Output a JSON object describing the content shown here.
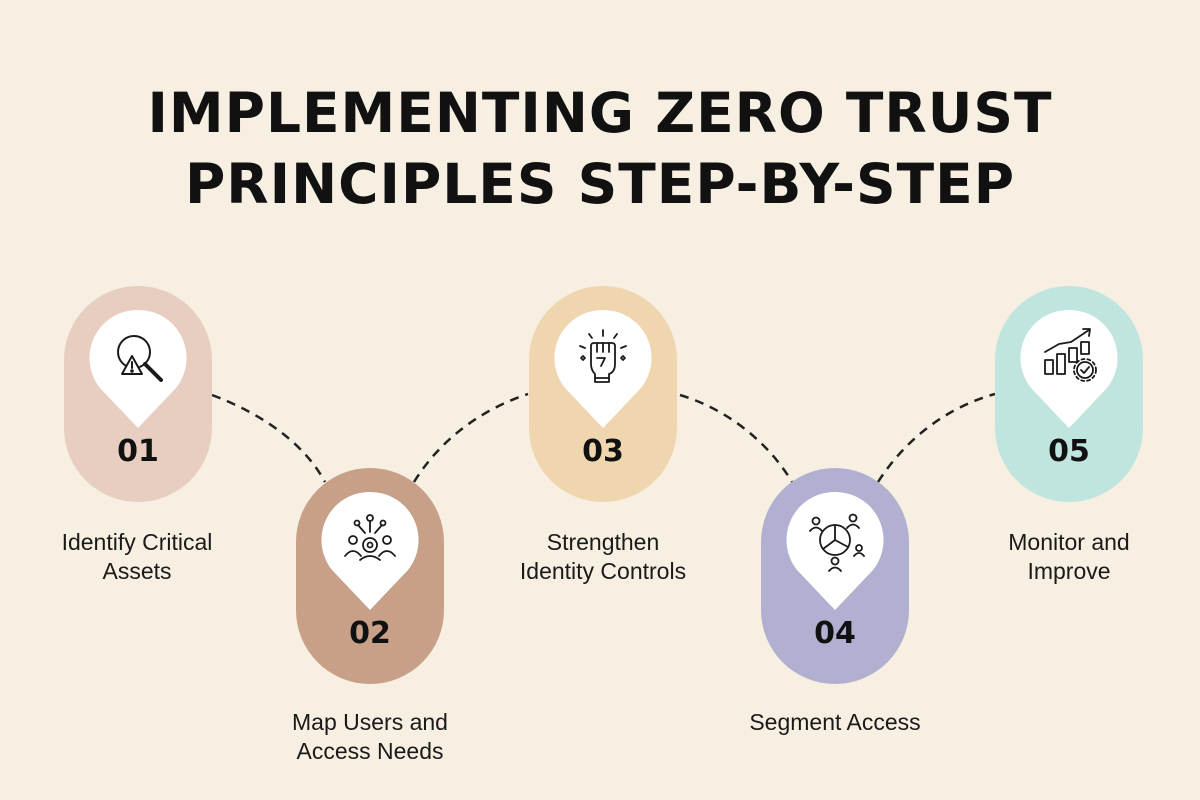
{
  "title": {
    "line1": "IMPLEMENTING ZERO TRUST",
    "line2": "PRINCIPLES STEP-BY-STEP"
  },
  "colors": {
    "background": "#f7efe1",
    "step1": "#e8cdc1",
    "step2": "#c89f87",
    "step3": "#efd6ae",
    "step4": "#b1b0d1",
    "step5": "#c0e5de"
  },
  "steps": [
    {
      "number": "01",
      "label_line1": "Identify Critical",
      "label_line2": "Assets",
      "icon": "magnifier-warning-icon"
    },
    {
      "number": "02",
      "label_line1": "Map Users and",
      "label_line2": "Access Needs",
      "icon": "users-network-gear-icon"
    },
    {
      "number": "03",
      "label_line1": "Strengthen",
      "label_line2": "Identity Controls",
      "icon": "raised-fist-icon"
    },
    {
      "number": "04",
      "label_line1": "Segment Access",
      "label_line2": "",
      "icon": "users-segment-pie-icon"
    },
    {
      "number": "05",
      "label_line1": "Monitor and",
      "label_line2": "Improve",
      "icon": "growth-chart-gear-icon"
    }
  ]
}
